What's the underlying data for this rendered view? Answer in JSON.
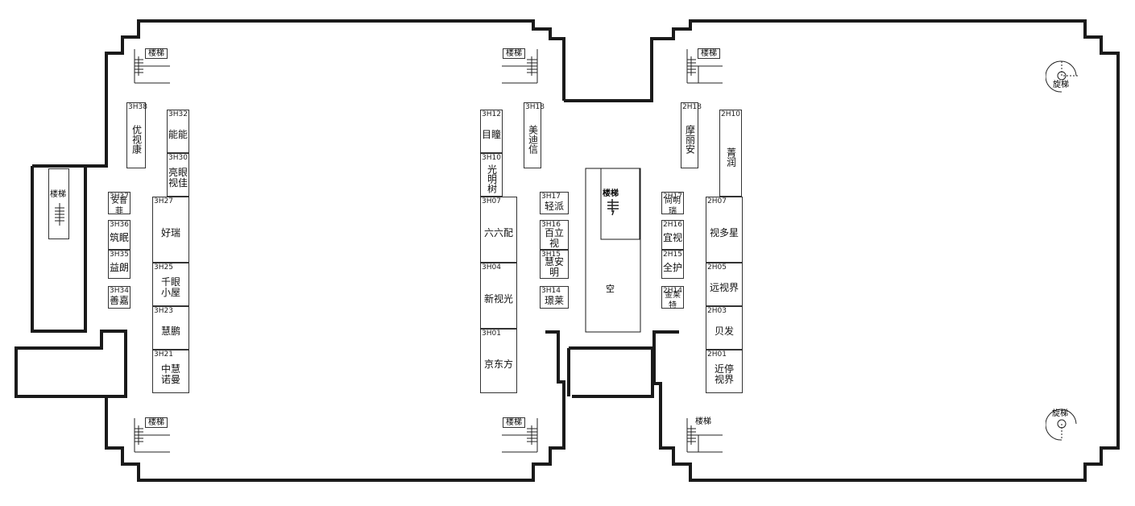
{
  "floor_plan": {
    "stair_label": "楼梯",
    "spiral_top_label": "旋梯",
    "spiral_bottom_label": "旋梯",
    "center_stair_label": "楼梯",
    "center_empty_label": "空",
    "stalls": [
      {
        "id": "3H38",
        "code": "3H38",
        "name": "优视康"
      },
      {
        "id": "3H32",
        "code": "3H32",
        "name": "能能"
      },
      {
        "id": "3H30",
        "code": "3H30",
        "name": "亮眼\n视佳"
      },
      {
        "id": "3H37",
        "code": "3H37",
        "name": "安普菲"
      },
      {
        "id": "3H36",
        "code": "3H36",
        "name": "筑眠"
      },
      {
        "id": "3H35",
        "code": "3H35",
        "name": "益朗"
      },
      {
        "id": "3H34",
        "code": "3H34",
        "name": "善嘉"
      },
      {
        "id": "3H27",
        "code": "3H27",
        "name": "好瑞"
      },
      {
        "id": "3H25",
        "code": "3H25",
        "name": "千眼\n小屋"
      },
      {
        "id": "3H23",
        "code": "3H23",
        "name": "慧鹏"
      },
      {
        "id": "3H21",
        "code": "3H21",
        "name": "中慧\n诺曼"
      },
      {
        "id": "3H12",
        "code": "3H12",
        "name": "目瞳"
      },
      {
        "id": "3H18",
        "code": "3H18",
        "name": "美迪信"
      },
      {
        "id": "3H10",
        "code": "3H10",
        "name": "光明树"
      },
      {
        "id": "3H07",
        "code": "3H07",
        "name": "六六配"
      },
      {
        "id": "3H04",
        "code": "3H04",
        "name": "新视光"
      },
      {
        "id": "3H01",
        "code": "3H01",
        "name": "京东方"
      },
      {
        "id": "3H17",
        "code": "3H17",
        "name": "轻派"
      },
      {
        "id": "3H16",
        "code": "3H16",
        "name": "百立视"
      },
      {
        "id": "3H15",
        "code": "3H15",
        "name": "慧安明"
      },
      {
        "id": "3H14",
        "code": "3H14",
        "name": "璟莱"
      },
      {
        "id": "2H18",
        "code": "2H18",
        "name": "摩丽安"
      },
      {
        "id": "2H10",
        "code": "2H10",
        "name": "菁润"
      },
      {
        "id": "2H17",
        "code": "2H17",
        "name": "尚明瑞"
      },
      {
        "id": "2H16",
        "code": "2H16",
        "name": "宜视"
      },
      {
        "id": "2H15",
        "code": "2H15",
        "name": "全护"
      },
      {
        "id": "2H14",
        "code": "2H14",
        "name": "金莱特"
      },
      {
        "id": "2H07",
        "code": "2H07",
        "name": "视多星"
      },
      {
        "id": "2H05",
        "code": "2H05",
        "name": "远视界"
      },
      {
        "id": "2H03",
        "code": "2H03",
        "name": "贝发"
      },
      {
        "id": "2H01",
        "code": "2H01",
        "name": "近停\n视界"
      }
    ]
  }
}
